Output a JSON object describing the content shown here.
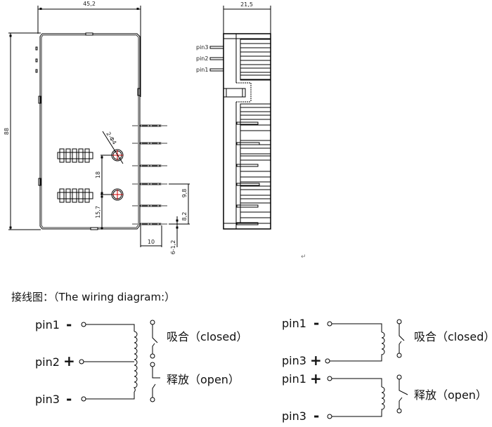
{
  "drawing": {
    "front_view": {
      "width_label": "45,2",
      "height_label": "88",
      "hole_label": "2-Φ4",
      "hole_spacing_label": "18",
      "hole_bottom_offset_label": "15,7",
      "pin_length_label": "10",
      "pin_spacing_a_label": "9,8",
      "pin_spacing_b_label": "8,2",
      "pin_diameter_label": "6-1,2"
    },
    "side_view": {
      "width_label": "21,5",
      "pins": [
        "pin3",
        "pin2",
        "pin1"
      ]
    },
    "return_mark": "↵"
  },
  "wiring": {
    "title": "接线图：（The wiring diagram:）",
    "left_diagram": {
      "pins": [
        {
          "label": "pin1",
          "sign": "-"
        },
        {
          "label": "pin2",
          "sign": "+"
        },
        {
          "label": "pin3",
          "sign": "-"
        }
      ],
      "states": [
        "吸合（closed）",
        "释放（open）"
      ]
    },
    "right_diagram_closed": {
      "pins": [
        {
          "label": "pin1",
          "sign": "-"
        },
        {
          "label": "pin3",
          "sign": "+"
        }
      ],
      "state": "吸合（closed）"
    },
    "right_diagram_open": {
      "pins": [
        {
          "label": "pin1",
          "sign": "+"
        },
        {
          "label": "pin3",
          "sign": "-"
        }
      ],
      "state": "释放（open）"
    }
  }
}
